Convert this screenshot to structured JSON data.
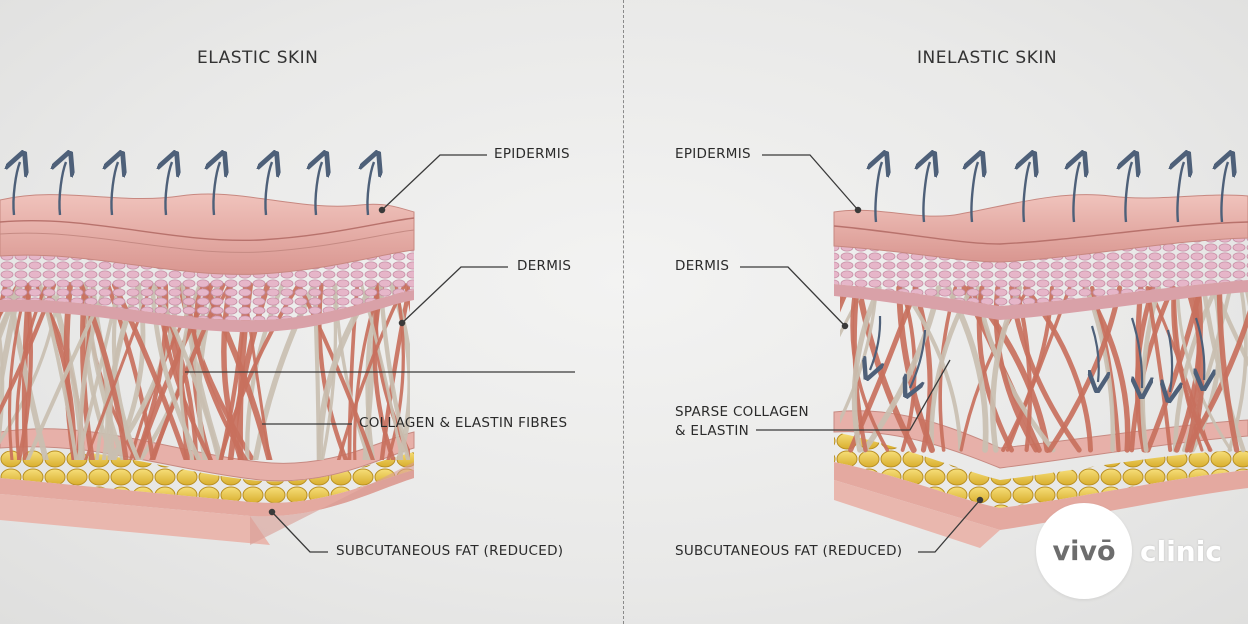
{
  "left_panel": {
    "title": "ELASTIC SKIN",
    "labels": {
      "epidermis": "EPIDERMIS",
      "dermis": "DERMIS",
      "fibres": "COLLAGEN & ELASTIN FIBRES",
      "fat": "SUBCUTANEOUS FAT (REDUCED)"
    }
  },
  "right_panel": {
    "title": "INELASTIC SKIN",
    "labels": {
      "epidermis": "EPIDERMIS",
      "dermis": "DERMIS",
      "fibres_line1": "SPARSE COLLAGEN",
      "fibres_line2": "& ELASTIN",
      "fat": "SUBCUTANEOUS FAT (REDUCED)"
    }
  },
  "logo": {
    "circle_text": "vivō",
    "word": "clinic"
  },
  "colors": {
    "arrow": "#4e6079",
    "epidermis": "#e8b0aa",
    "dermis": "#e3b3c6",
    "collagen": "#c8705d",
    "elastin": "#c9bfb1",
    "fat": "#e9c94e"
  },
  "icons": {
    "up_arrow": "up-arrow-icon",
    "down_arrow": "down-arrow-icon"
  }
}
